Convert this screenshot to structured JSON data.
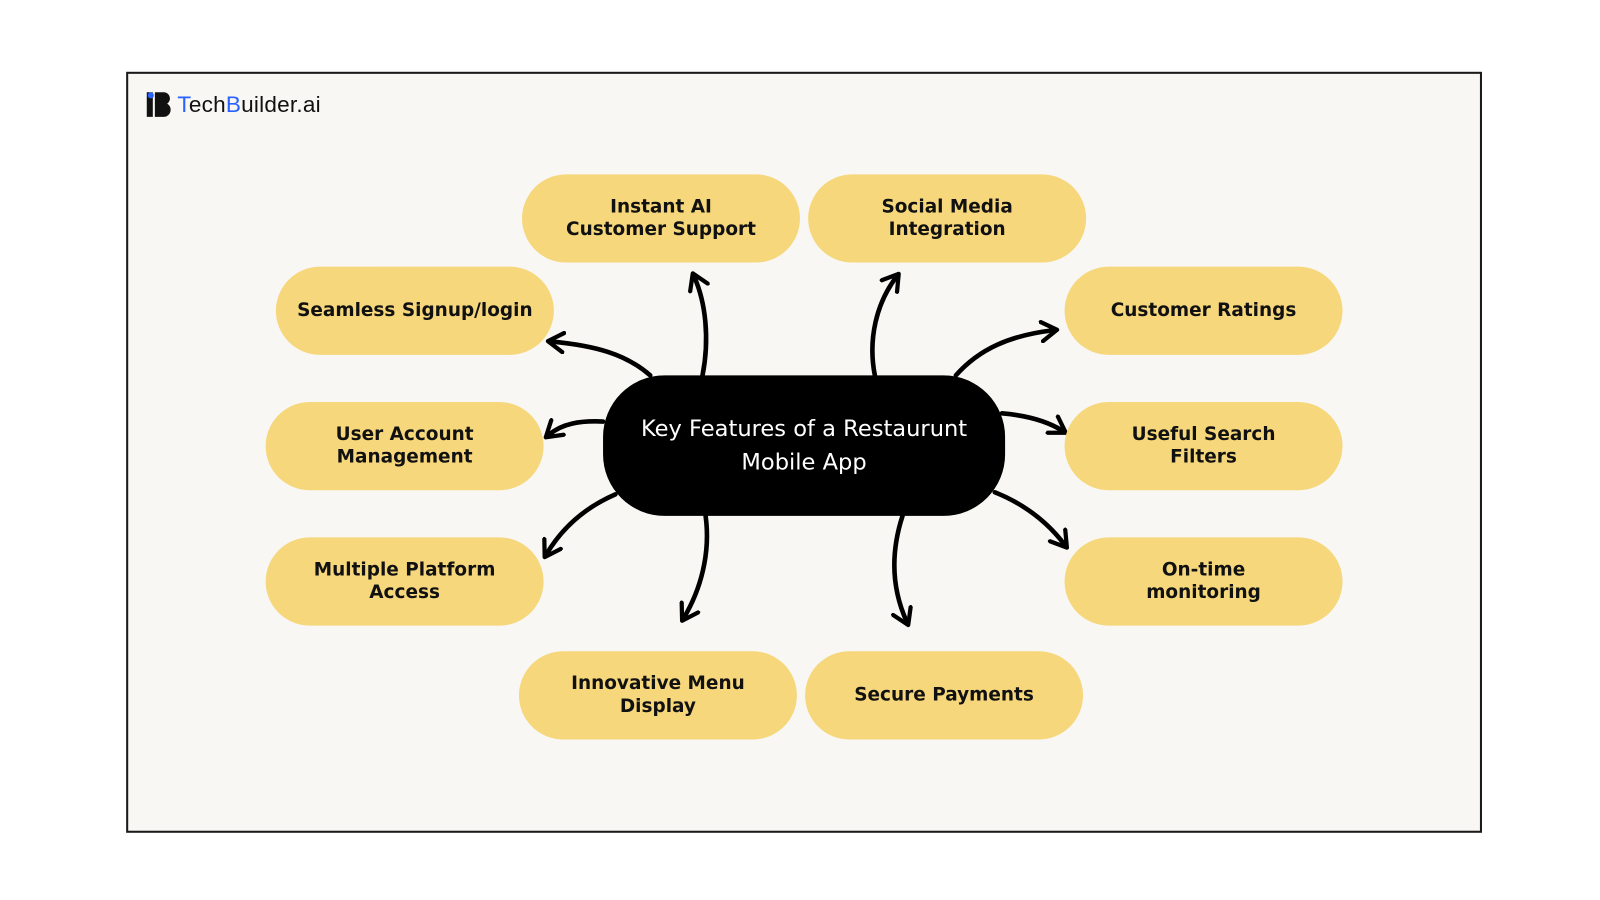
{
  "logo": {
    "part1": "T",
    "part2": "ech",
    "part3": "B",
    "part4": "uilder.ai"
  },
  "center": {
    "title": "Key Features of a Restaurunt Mobile App"
  },
  "features": [
    "Instant AI\nCustomer Support",
    "Social Media\nIntegration",
    "Seamless Signup/login",
    "Customer Ratings",
    "User Account\nManagement",
    "Useful Search\nFilters",
    "Multiple Platform\nAccess",
    "On-time\nmonitoring",
    "Innovative Menu\nDisplay",
    "Secure Payments"
  ],
  "colors": {
    "pill": "#f6d77b",
    "center": "#000000",
    "brand_blue": "#2962ff"
  }
}
